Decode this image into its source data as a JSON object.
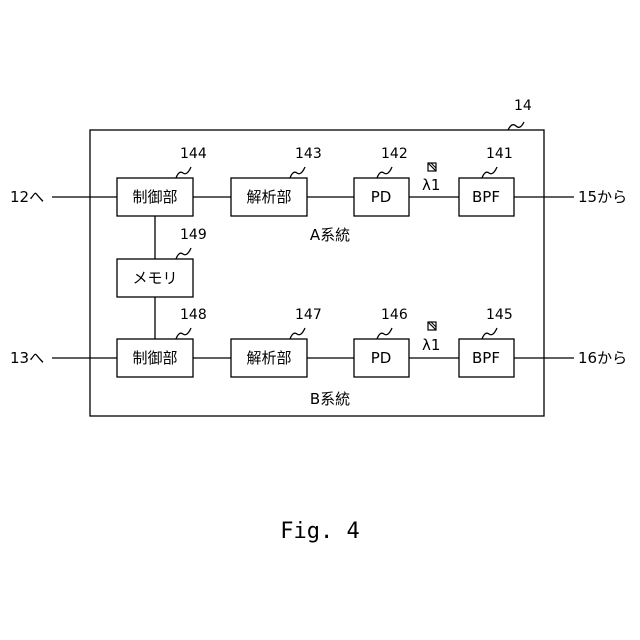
{
  "diagram": {
    "unit_ref": "14",
    "system_a": {
      "label": "A系統",
      "control": {
        "label": "制御部",
        "ref": "144"
      },
      "analysis": {
        "label": "解析部",
        "ref": "143"
      },
      "pd": {
        "label": "PD",
        "ref": "142"
      },
      "bpf": {
        "label": "BPF",
        "ref": "141"
      },
      "wavelength": "λ1",
      "out_left": "12へ",
      "in_right": "15から"
    },
    "memory": {
      "label": "メモリ",
      "ref": "149"
    },
    "system_b": {
      "label": "B系統",
      "control": {
        "label": "制御部",
        "ref": "148"
      },
      "analysis": {
        "label": "解析部",
        "ref": "147"
      },
      "pd": {
        "label": "PD",
        "ref": "146"
      },
      "bpf": {
        "label": "BPF",
        "ref": "145"
      },
      "wavelength": "λ1",
      "out_left": "13へ",
      "in_right": "16から"
    },
    "caption": "Fig. 4"
  }
}
